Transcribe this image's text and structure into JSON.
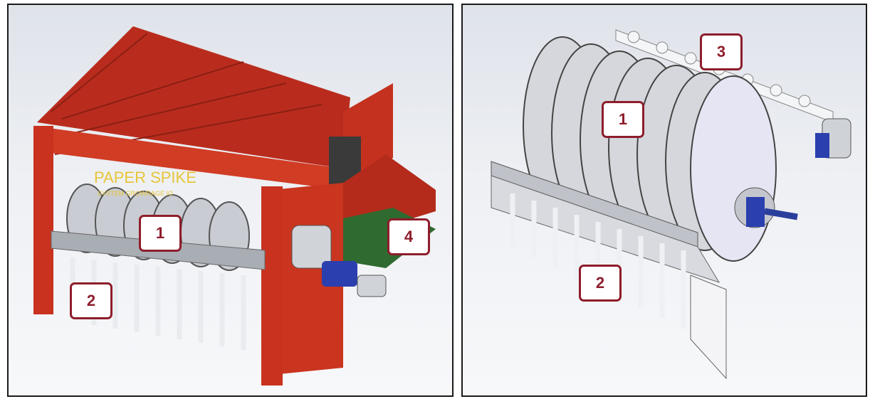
{
  "brand": {
    "name": "PAPER SPIKE",
    "subtitle": "SYSTEM GROWRAGE IO"
  },
  "callouts": {
    "left": [
      "1",
      "2",
      "4"
    ],
    "right": [
      "3",
      "1",
      "2"
    ]
  },
  "colors": {
    "frame_red": "#c8321f",
    "callout_border": "#8e1d2b",
    "conveyor_green": "#2f6a30",
    "motor_blue": "#2b3fae"
  }
}
